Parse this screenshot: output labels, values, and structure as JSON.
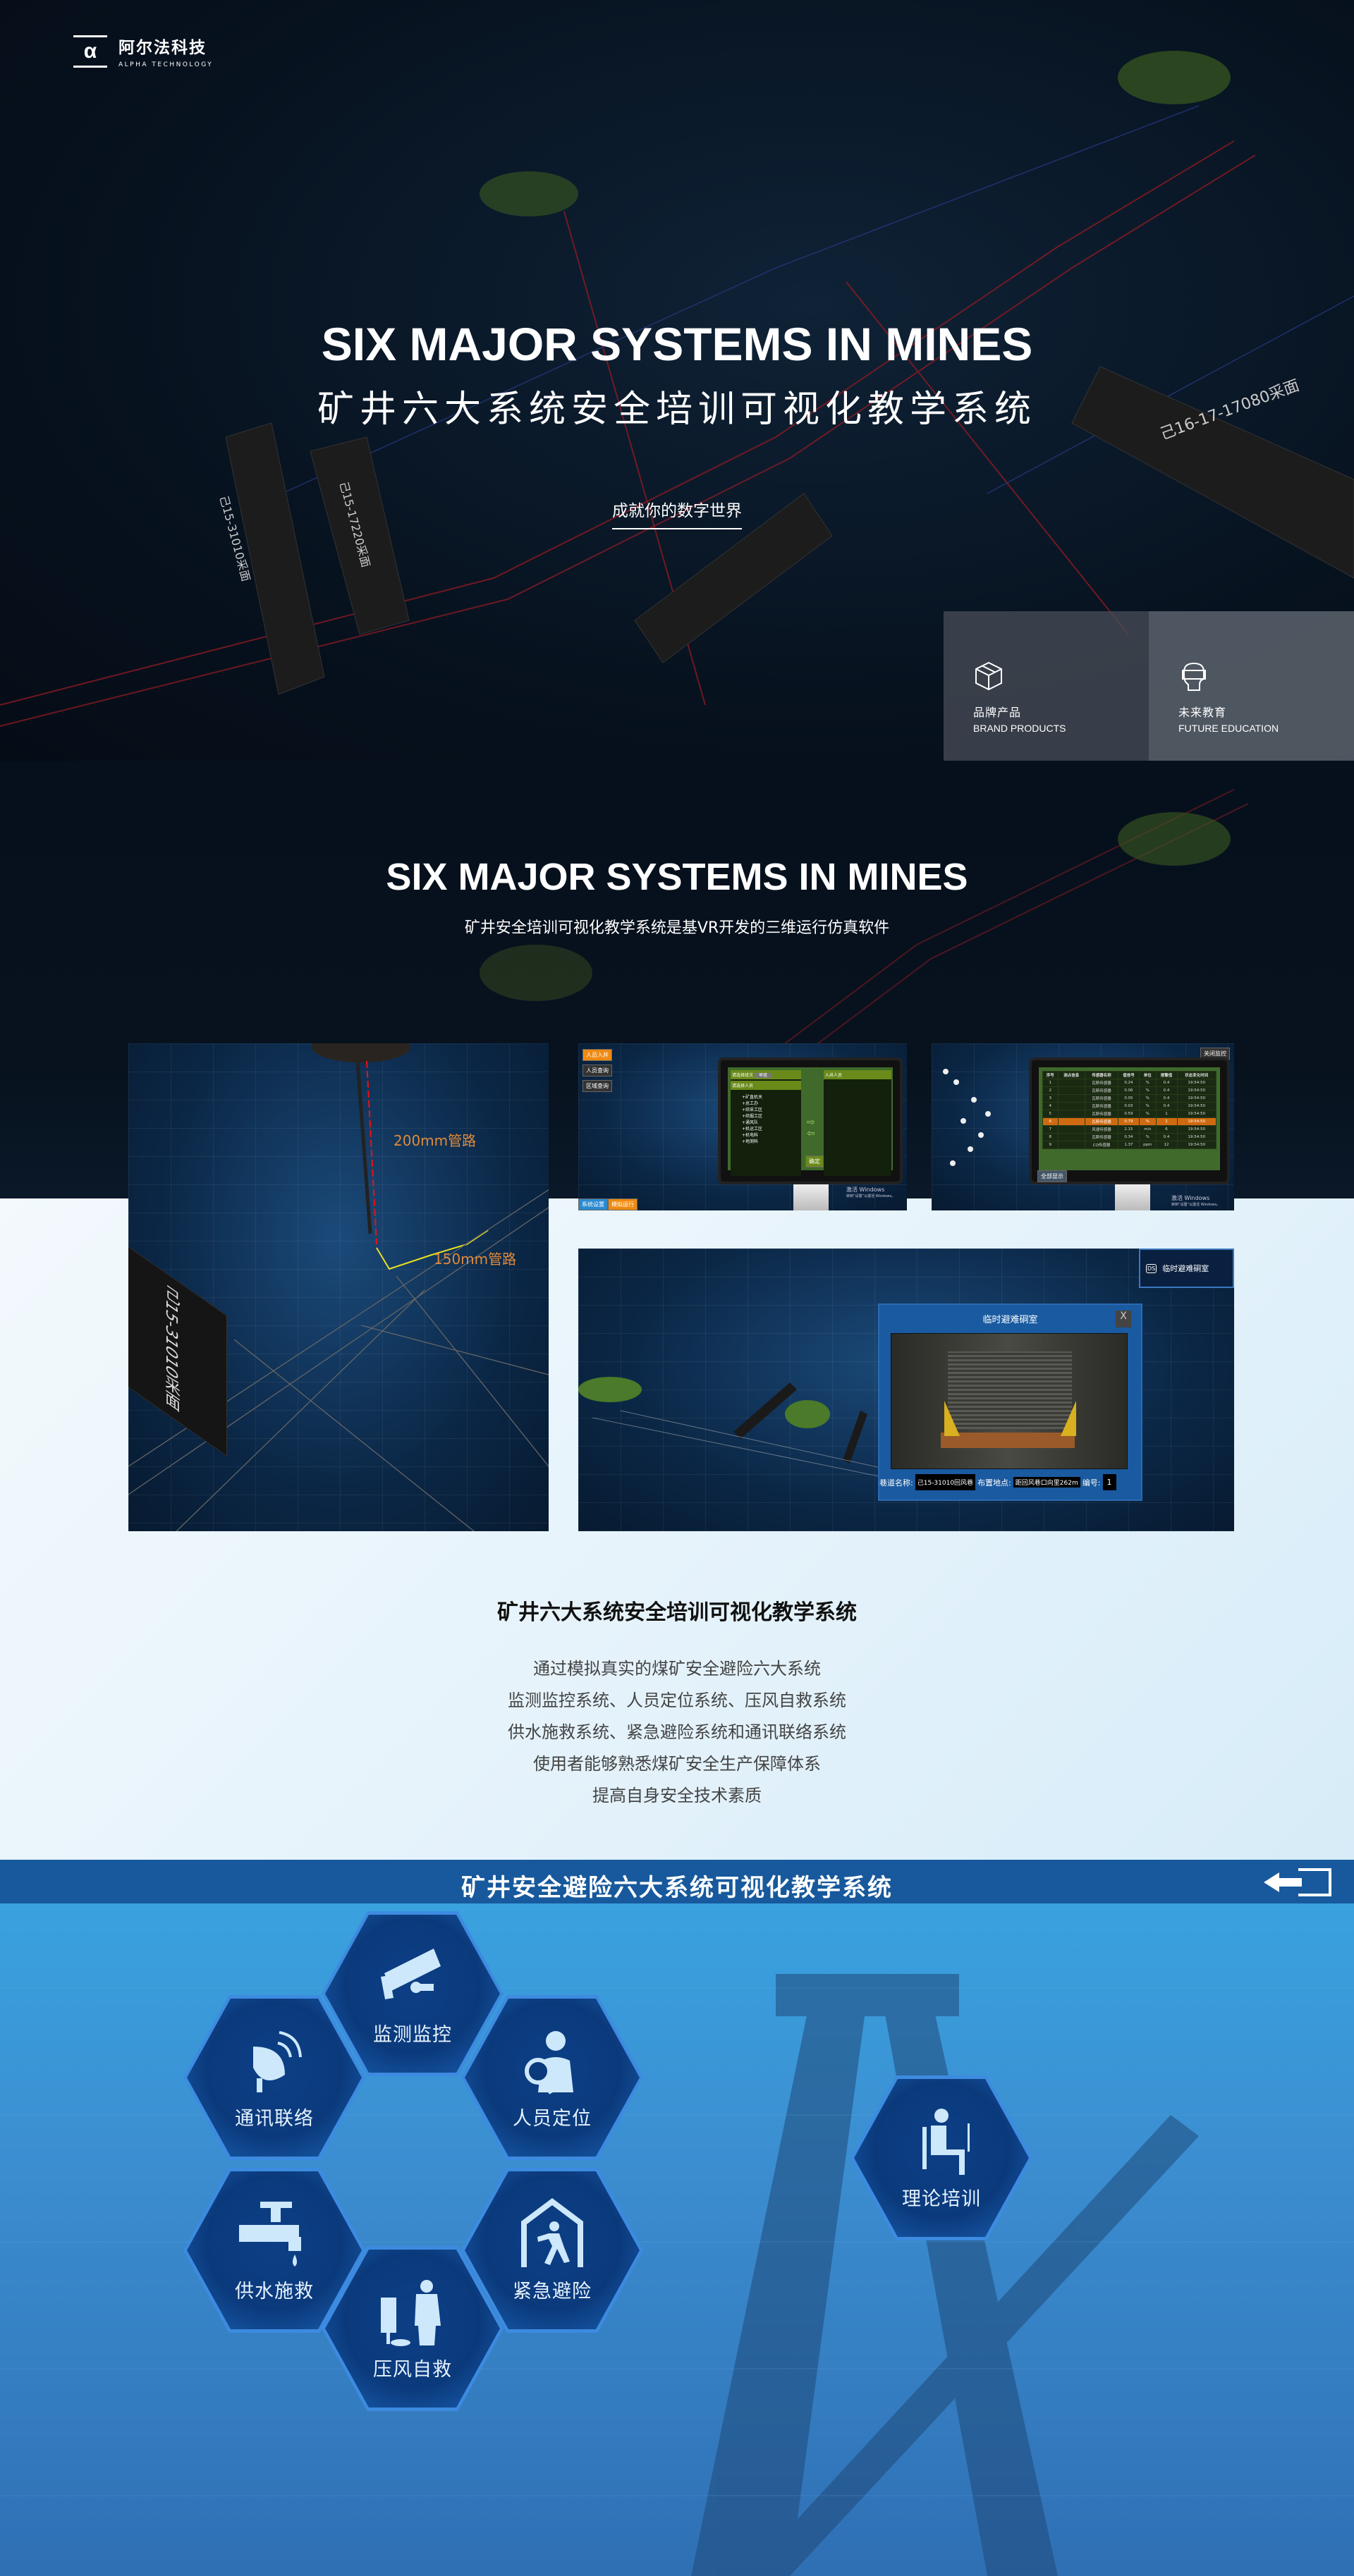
{
  "brand": {
    "name_cn": "阿尔法科技",
    "name_en": "ALPHA TECHNOLOGY",
    "mark": "α"
  },
  "hero": {
    "title_en": "SIX MAJOR SYSTEMS IN MINES",
    "title_cn": "矿井六大系统安全培训可视化教学系统",
    "tagline": "成就你的数字世界",
    "scene_labels": [
      "己15-31010采面",
      "己15-17220采面",
      "己16-17-17080采面"
    ],
    "cards": [
      {
        "cn": "品牌产品",
        "en": "BRAND PRODUCTS",
        "icon": "box-icon"
      },
      {
        "cn": "未来教育",
        "en": "FUTURE EDUCATION",
        "icon": "vr-headset-icon"
      }
    ]
  },
  "intro": {
    "title": "SIX MAJOR SYSTEMS IN MINES",
    "subtitle": "矿井安全培训可视化教学系统是基VR开发的三维运行仿真软件"
  },
  "screens": {
    "pipes": {
      "pipe1": "200mm管路",
      "pipe2": "150mm管路",
      "slab": "己15-31010采面"
    },
    "personnel": {
      "menu": [
        "人员入井",
        "人员查询",
        "区域查询"
      ],
      "select_label": "请选择班次",
      "select_value": "早班",
      "tree_header": "请选择人员",
      "tree": [
        "+矿直机关",
        "+总工办",
        "+综采工区",
        "+综掘工区",
        "+通风队",
        "+机运工区",
        "+机电科",
        "+地测科"
      ],
      "right_header": "入井人员",
      "ok": "确定",
      "tabs": [
        "系统设置",
        "模拟运行"
      ],
      "watermark": "激活 Windows",
      "watermark_sub": "转到“设置”以激活 Windows。"
    },
    "monitor": {
      "close": "关闭监控",
      "headers": [
        "序号",
        "测点信息",
        "传感器名称",
        "值信号",
        "单位",
        "报警值",
        "状态变化时间"
      ],
      "rows": [
        [
          "1",
          "",
          "瓦斯传感器",
          "0.24",
          "%",
          "0.4",
          "19:54:50"
        ],
        [
          "2",
          "",
          "瓦斯传感器",
          "0.06",
          "%",
          "0.4",
          "19:54:50"
        ],
        [
          "3",
          "",
          "瓦斯传感器",
          "0.05",
          "%",
          "0.4",
          "19:54:50"
        ],
        [
          "4",
          "",
          "瓦斯传感器",
          "0.03",
          "%",
          "0.4",
          "19:54:50"
        ],
        [
          "5",
          "",
          "瓦斯传感器",
          "0.59",
          "%",
          "1",
          "19:54:50"
        ],
        [
          "6",
          "",
          "瓦斯传感器",
          "0.79",
          "%",
          "1",
          "19:54:50"
        ],
        [
          "7",
          "",
          "风速传感器",
          "2.15",
          "m/s",
          "6",
          "19:54:50"
        ],
        [
          "8",
          "",
          "瓦斯传感器",
          "0.34",
          "%",
          "0.4",
          "19:54:50"
        ],
        [
          "9",
          "",
          "CO传感器",
          "1.37",
          "ppm",
          "12",
          "19:54:50"
        ]
      ],
      "highlight_row": 6,
      "footer_btn": "全部显示",
      "watermark": "激活 Windows",
      "watermark_sub": "转到“设置”以激活 Windows。"
    },
    "refuge": {
      "legend_item": "临时避难硐室",
      "legend_icon": "DS",
      "popup_title": "临时避难硐室",
      "close": "X",
      "road_label": "巷道名称:",
      "road_value": "己15-31010回风巷",
      "place_label": "布置地点:",
      "place_value": "距回风巷口向里262m",
      "num_label": "编号:",
      "num_value": "1"
    }
  },
  "description": {
    "title": "矿井六大系统安全培训可视化教学系统",
    "lines": [
      "通过模拟真实的煤矿安全避险六大系统",
      "监测监控系统、人员定位系统、压风自救系统",
      "供水施救系统、紧急避险系统和通讯联络系统",
      "使用者能够熟悉煤矿安全生产保障体系",
      "提高自身安全技术素质"
    ]
  },
  "app": {
    "title": "矿井安全避险六大系统可视化教学系统",
    "exit_icon": "exit-arrow-icon",
    "systems": [
      {
        "label": "监测监控",
        "icon": "camera-icon"
      },
      {
        "label": "通讯联络",
        "icon": "satellite-dish-icon"
      },
      {
        "label": "人员定位",
        "icon": "person-search-icon"
      },
      {
        "label": "供水施救",
        "icon": "water-tap-icon"
      },
      {
        "label": "紧急避险",
        "icon": "emergency-exit-icon"
      },
      {
        "label": "压风自救",
        "icon": "air-compressor-icon"
      },
      {
        "label": "理论培训",
        "icon": "study-person-icon"
      }
    ]
  },
  "colors": {
    "banner": "#17599c",
    "hex_fill": "#0b3a7c",
    "hex_border": "#3d8be0",
    "pipe_label": "#e08a3a",
    "highlight": "#d06a10"
  }
}
